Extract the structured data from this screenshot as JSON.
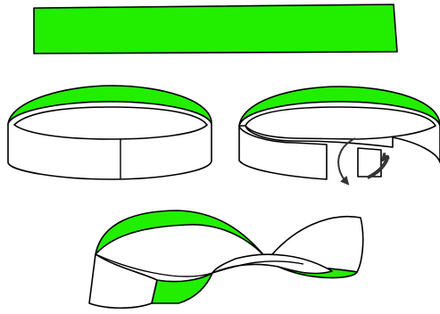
{
  "diagram": {
    "subject": "mobius-strip-construction",
    "steps": [
      {
        "step": 1,
        "depiction": "flat-strip"
      },
      {
        "step": 2,
        "depiction": "plain-loop"
      },
      {
        "step": 3,
        "depiction": "loop-cut-and-twisted"
      },
      {
        "step": 4,
        "depiction": "mobius-strip"
      }
    ],
    "icons": [
      "twist-arrow-icon"
    ],
    "colors": {
      "green_side": "#22ee00",
      "white_side": "#ffffff",
      "outline": "#000000",
      "arrow": "#333333"
    }
  }
}
